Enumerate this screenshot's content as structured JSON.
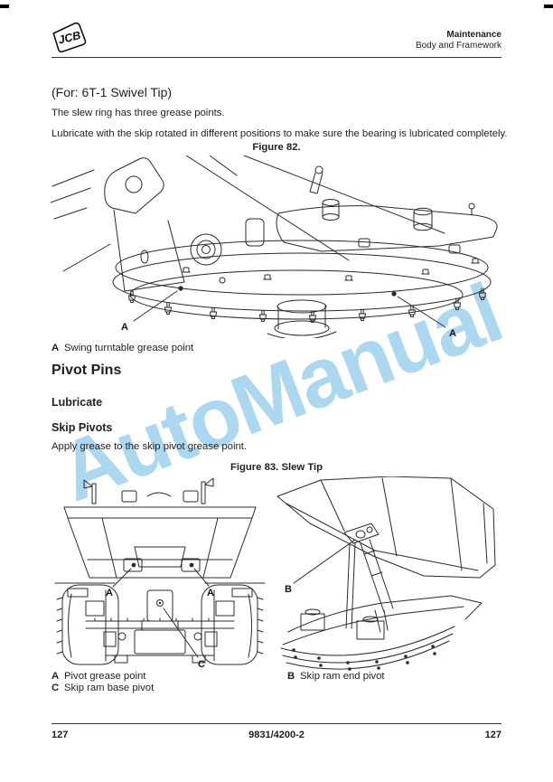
{
  "header": {
    "logo_text": "JCB",
    "section": "Maintenance",
    "subsection": "Body and Framework"
  },
  "intro": {
    "subtitle": "(For: 6T-1 Swivel Tip)",
    "para1": "The slew ring has three grease points.",
    "para2": "Lubricate with the skip rotated in different positions to make sure the bearing is lubricated completely."
  },
  "figure82": {
    "title": "Figure 82.",
    "callout_a": "A",
    "caption": {
      "key": "A",
      "text": "Swing turntable grease point"
    }
  },
  "sections": {
    "pivot_pins": "Pivot Pins",
    "lubricate": "Lubricate",
    "skip_pivots": "Skip Pivots",
    "para": "Apply grease to the skip pivot grease point."
  },
  "figure83": {
    "title": "Figure 83. Slew Tip",
    "callout_a": "A",
    "callout_b": "B",
    "callout_c": "C",
    "caption_a": {
      "key": "A",
      "text": "Pivot grease point"
    },
    "caption_c": {
      "key": "C",
      "text": "Skip ram base pivot"
    },
    "caption_b": {
      "key": "B",
      "text": "Skip ram end pivot"
    }
  },
  "watermark": {
    "text": "AutoManual",
    "color": "#abd7f1"
  },
  "footer": {
    "page_left": "127",
    "doc_number": "9831/4200-2",
    "page_right": "127"
  }
}
